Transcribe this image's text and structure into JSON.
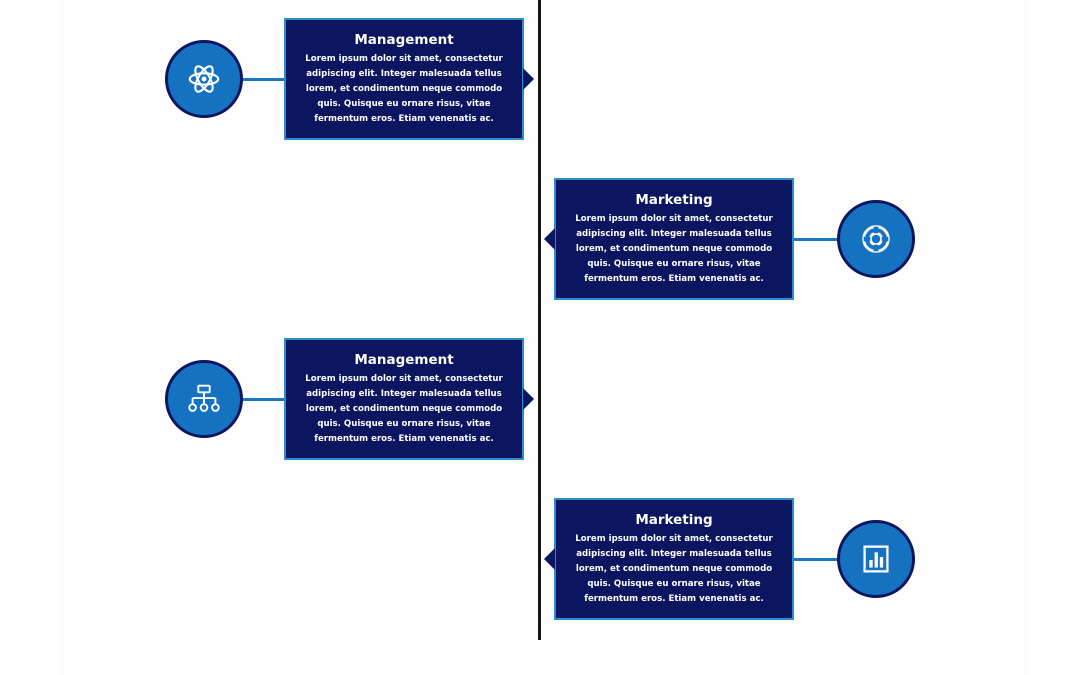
{
  "colors": {
    "card_background": "#0b1560",
    "card_border": "#2b8bd0",
    "icon_fill": "#1572c0",
    "spine": "#161616"
  },
  "timeline": {
    "items": [
      {
        "side": "left",
        "title": "Management",
        "text": "Lorem ipsum dolor sit amet, consectetur adipiscing elit. Integer malesuada tellus lorem, et condimentum neque commodo quis. Quisque eu ornare risus, vitae fermentum eros. Etiam venenatis ac.",
        "icon": "atom-icon"
      },
      {
        "side": "right",
        "title": "Marketing",
        "text": "Lorem ipsum dolor sit amet, consectetur adipiscing elit. Integer malesuada tellus lorem, et condimentum neque commodo quis. Quisque eu ornare risus, vitae fermentum eros. Etiam venenatis ac.",
        "icon": "lifebuoy-icon"
      },
      {
        "side": "left",
        "title": "Management",
        "text": "Lorem ipsum dolor sit amet, consectetur adipiscing elit. Integer malesuada tellus lorem, et condimentum neque commodo quis. Quisque eu ornare risus, vitae fermentum eros. Etiam venenatis ac.",
        "icon": "hierarchy-icon"
      },
      {
        "side": "right",
        "title": "Marketing",
        "text": "Lorem ipsum dolor sit amet, consectetur adipiscing elit. Integer malesuada tellus lorem, et condimentum neque commodo quis. Quisque eu ornare risus, vitae fermentum eros. Etiam venenatis ac.",
        "icon": "bar-chart-icon"
      }
    ]
  }
}
